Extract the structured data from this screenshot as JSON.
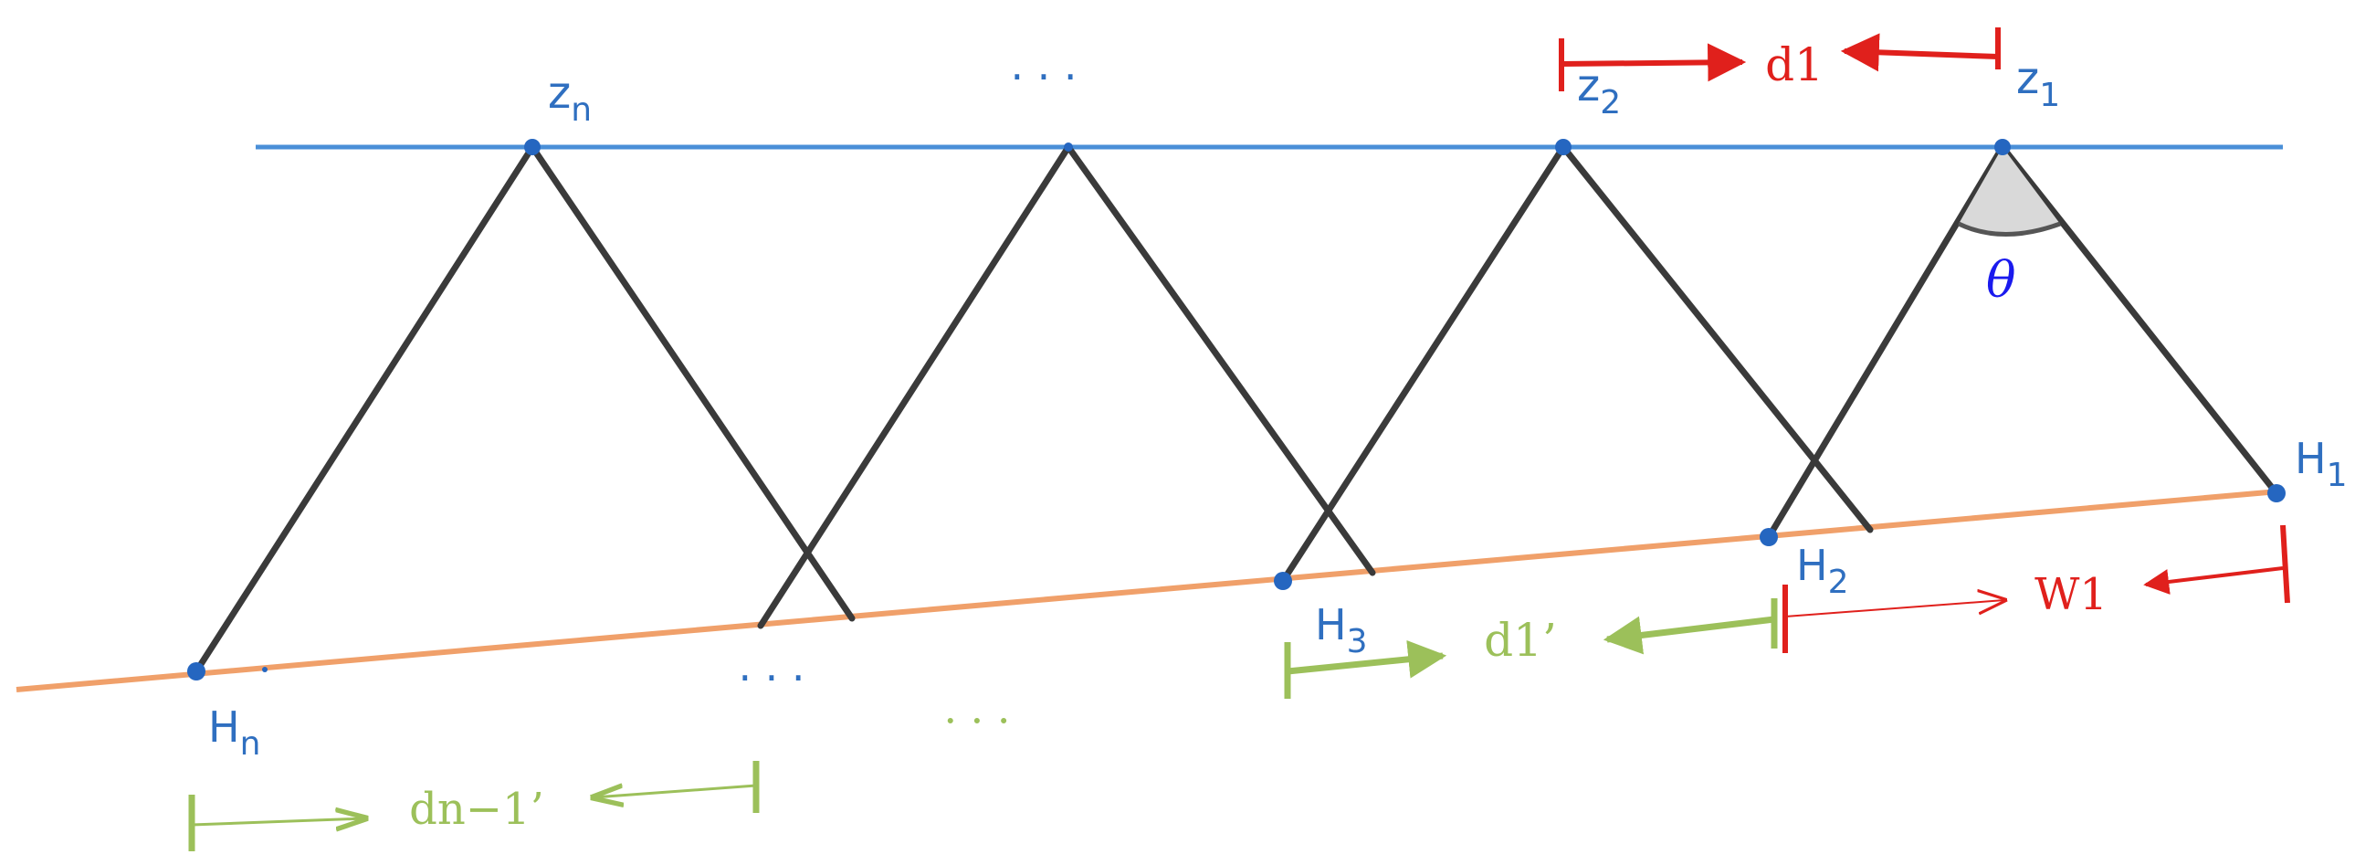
{
  "labels": {
    "zn": "z",
    "zn_sub": "n",
    "z2": "z",
    "z2_sub": "2",
    "z1": "z",
    "z1_sub": "1",
    "hn": "H",
    "hn_sub": "n",
    "h3": "H",
    "h3_sub": "3",
    "h2": "H",
    "h2_sub": "2",
    "h1": "H",
    "h1_sub": "1",
    "theta": "θ",
    "d1": "d1",
    "d1_prime": "d1’",
    "w1": "W1",
    "dn1_prime": "dn−1’",
    "ellipsis_top": "· · ·",
    "ellipsis_bottom_left": "· · ·",
    "ellipsis_bottom_right": "· · ·"
  },
  "colors": {
    "top_line": "#4a8fd8",
    "bottom_line": "#f0a06a",
    "beam": "#3a3a3a",
    "point": "#2566c0",
    "red": "#e0201c",
    "green": "#9cc05a",
    "theta": "#1a1aee"
  }
}
